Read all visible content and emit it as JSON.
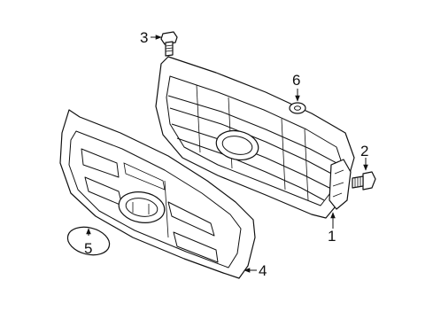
{
  "diagram": {
    "callouts": [
      {
        "id": "1",
        "text": "1"
      },
      {
        "id": "2",
        "text": "2"
      },
      {
        "id": "3",
        "text": "3"
      },
      {
        "id": "4",
        "text": "4"
      },
      {
        "id": "5",
        "text": "5"
      },
      {
        "id": "6",
        "text": "6"
      }
    ]
  }
}
